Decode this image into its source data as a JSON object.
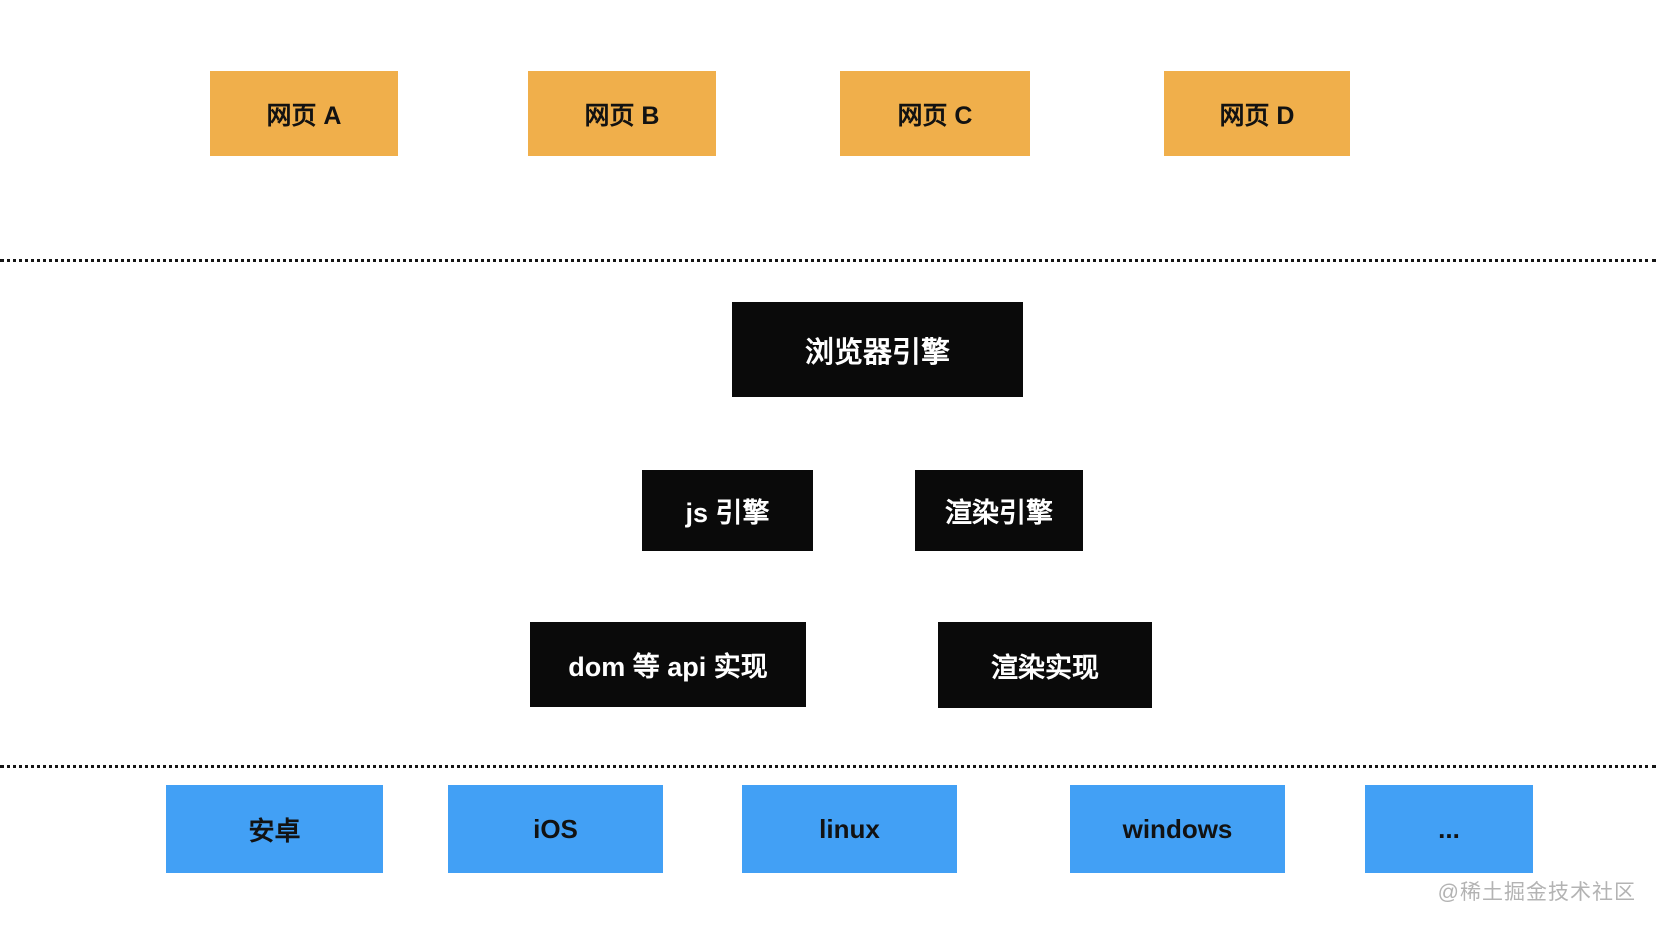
{
  "theme": {
    "page-bg": "#ffffff",
    "webpage-bg": "#f0af4b",
    "engine-bg": "#0a0a0a",
    "engine-text": "#ffffff",
    "platform-bg": "#42a0f5",
    "box-text": "#121212",
    "dotted-line": "#151515",
    "watermark-color": "#b3b3b3"
  },
  "diagram": {
    "webpages": [
      {
        "label": "网页 A"
      },
      {
        "label": "网页 B"
      },
      {
        "label": "网页 C"
      },
      {
        "label": "网页 D"
      }
    ],
    "browser_engine": {
      "label": "浏览器引擎"
    },
    "engines": [
      {
        "label": "js 引擎"
      },
      {
        "label": "渲染引擎"
      }
    ],
    "implementations": [
      {
        "label": "dom 等 api 实现"
      },
      {
        "label": "渲染实现"
      }
    ],
    "platforms": [
      {
        "label": "安卓"
      },
      {
        "label": "iOS"
      },
      {
        "label": "linux"
      },
      {
        "label": "windows"
      },
      {
        "label": "..."
      }
    ],
    "watermark": "@稀土掘金技术社区"
  }
}
